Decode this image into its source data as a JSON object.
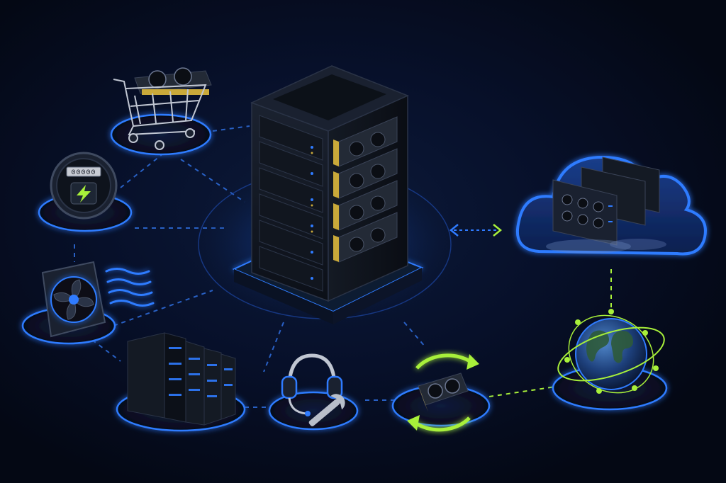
{
  "theme": {
    "background": "#050914",
    "accent_blue": "#2f7bff",
    "accent_glow": "#1f5bd6",
    "accent_lime": "#a8f03a",
    "panel_dark": "#11151d"
  },
  "hub": {
    "icon": "gpu-server-rack-icon",
    "gpu_card_count": 4
  },
  "nodes": [
    {
      "name": "gpu-shopping-cart",
      "icon": "shopping-cart-gpu-icon"
    },
    {
      "name": "power-meter",
      "icon": "electric-meter-icon"
    },
    {
      "name": "cooling-fan",
      "icon": "fan-airflow-icon"
    },
    {
      "name": "server-racks",
      "icon": "datacenter-racks-icon"
    },
    {
      "name": "support",
      "icon": "headset-wrench-icon"
    },
    {
      "name": "gpu-refresh",
      "icon": "gpu-cycle-icon"
    },
    {
      "name": "global-network",
      "icon": "globe-network-icon"
    },
    {
      "name": "cloud-servers",
      "icon": "cloud-servers-icon"
    }
  ],
  "connectors": {
    "hub_to_cloud": "bidirectional-arrow",
    "style": "dashed"
  },
  "meter_display": "00000"
}
